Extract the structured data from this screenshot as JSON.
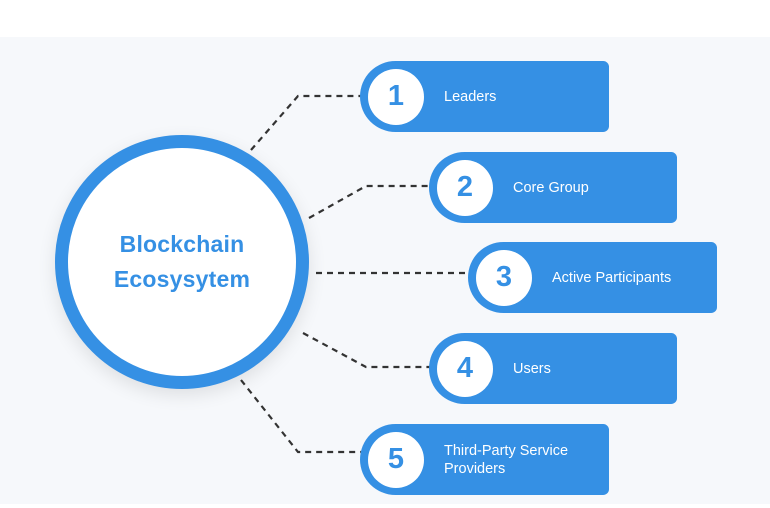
{
  "diagram": {
    "colors": {
      "accent": "#3590e4",
      "background": "#f6f8fb",
      "connector": "#333333",
      "badge_fill": "#ffffff",
      "label_text": "#ffffff"
    },
    "hub": {
      "title": "Blockchain Ecosysytem"
    },
    "nodes": [
      {
        "number": "1",
        "label": "Leaders"
      },
      {
        "number": "2",
        "label": "Core Group"
      },
      {
        "number": "3",
        "label": "Active Participants"
      },
      {
        "number": "4",
        "label": "Users"
      },
      {
        "number": "5",
        "label": "Third-Party Service Providers"
      }
    ],
    "connector_style": "dashed"
  }
}
